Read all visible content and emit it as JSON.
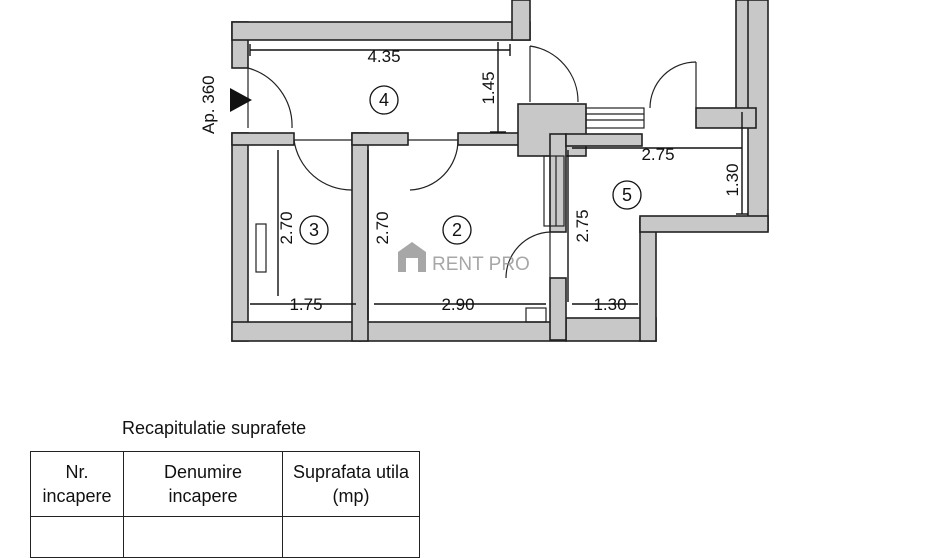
{
  "plan": {
    "apartment_label": "Ap. 360",
    "watermark": "RENT PRO",
    "rooms": [
      {
        "number": "4"
      },
      {
        "number": "3"
      },
      {
        "number": "2"
      },
      {
        "number": "5"
      }
    ],
    "dimensions": {
      "d_435": "4.35",
      "d_145": "1.45",
      "d_275_h": "2.75",
      "d_130_v": "1.30",
      "d_270_a": "2.70",
      "d_270_b": "2.70",
      "d_275_v": "2.75",
      "d_175": "1.75",
      "d_290": "2.90",
      "d_130_h": "1.30"
    }
  },
  "summary": {
    "caption": "Recapitulatie suprafete",
    "headers": [
      "Nr.\nincapere",
      "Denumire\nincapere",
      "Suprafata utila\n(mp)"
    ]
  }
}
